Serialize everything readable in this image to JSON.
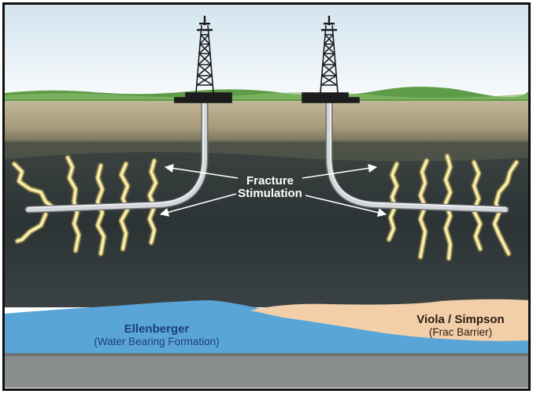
{
  "labels": {
    "fracture_line1": "Fracture",
    "fracture_line2": "Stimulation",
    "ellenberger_title": "Ellenberger",
    "ellenberger_sub": "(Water Bearing Formation)",
    "viola_title": "Viola / Simpson",
    "viola_sub": "(Frac Barrier)"
  },
  "colors": {
    "sky_top": "#dde9f2",
    "sky_bottom": "#f6f9fb",
    "grass": "#5e9c47",
    "soil": "#b7ab8e",
    "shale": "#2c3436",
    "water_formation": "#5aa5d8",
    "frac_barrier": "#f2cfa8",
    "basement": "#8a8d8e",
    "fracture_glow": "#d9c45a",
    "pipe": "#c9ccce",
    "label_blue": "#1c3f78",
    "label_dark": "#2a1c14"
  }
}
